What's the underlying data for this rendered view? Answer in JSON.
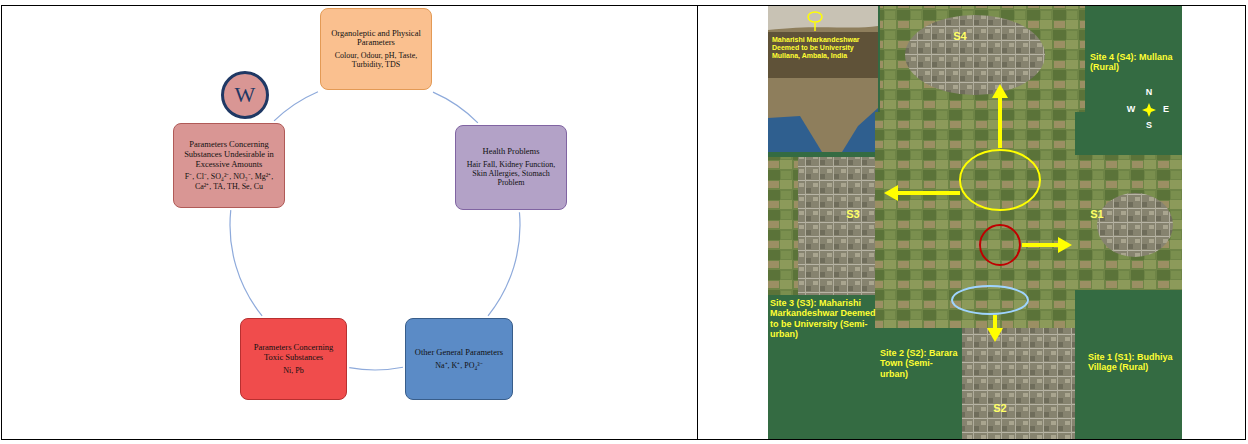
{
  "diagram": {
    "nodes": [
      {
        "text": [
          "Organoleptic and Physical Parameters",
          "Colour, Odour, pH, Taste, Turbidity, TDS"
        ]
      },
      {
        "text": [
          "Health Problems",
          "Hair Fall, Kidney Function, Skin Allergies, Stomach Problem"
        ]
      },
      {
        "text": [
          "Other General Parameters",
          "Na⁺, K⁺, PO₄³⁻"
        ]
      },
      {
        "text": [
          "Parameters Concerning Toxic Substances",
          "Ni, Pb"
        ]
      },
      {
        "text": [
          "Parameters Concerning Substances Undesirable in Excessive Amounts",
          "F⁻, Cl⁻, SO₄²⁻, NO₃⁻, Mg²⁺, Ca²⁺, TA, TH, Se, Cu"
        ]
      },
      {
        "text": [
          "W"
        ]
      }
    ],
    "edges": [
      {
        "from": 0,
        "to": 1,
        "arrow": "none"
      },
      {
        "from": 1,
        "to": 2,
        "arrow": "none"
      },
      {
        "from": 2,
        "to": 3,
        "arrow": "none"
      },
      {
        "from": 3,
        "to": 4,
        "arrow": "none"
      },
      {
        "from": 4,
        "to": 0,
        "arrow": "none"
      }
    ],
    "labels": [
      "Maharishi Markandeshwar Deemed to be University Mullana, Ambala, India",
      "S4",
      "Site 4 (S4): Mullana (Rural)",
      "N",
      "W",
      "E",
      "S",
      "S3",
      "S1",
      "Site 3 (S3): Maharishi Markandeshwar Deemed to be University (Semi-urban)",
      "Site 2 (S2): Barara Town (Semi-urban)",
      "Site 1 (S1): Budhiya Village (Rural)",
      "S2"
    ]
  }
}
